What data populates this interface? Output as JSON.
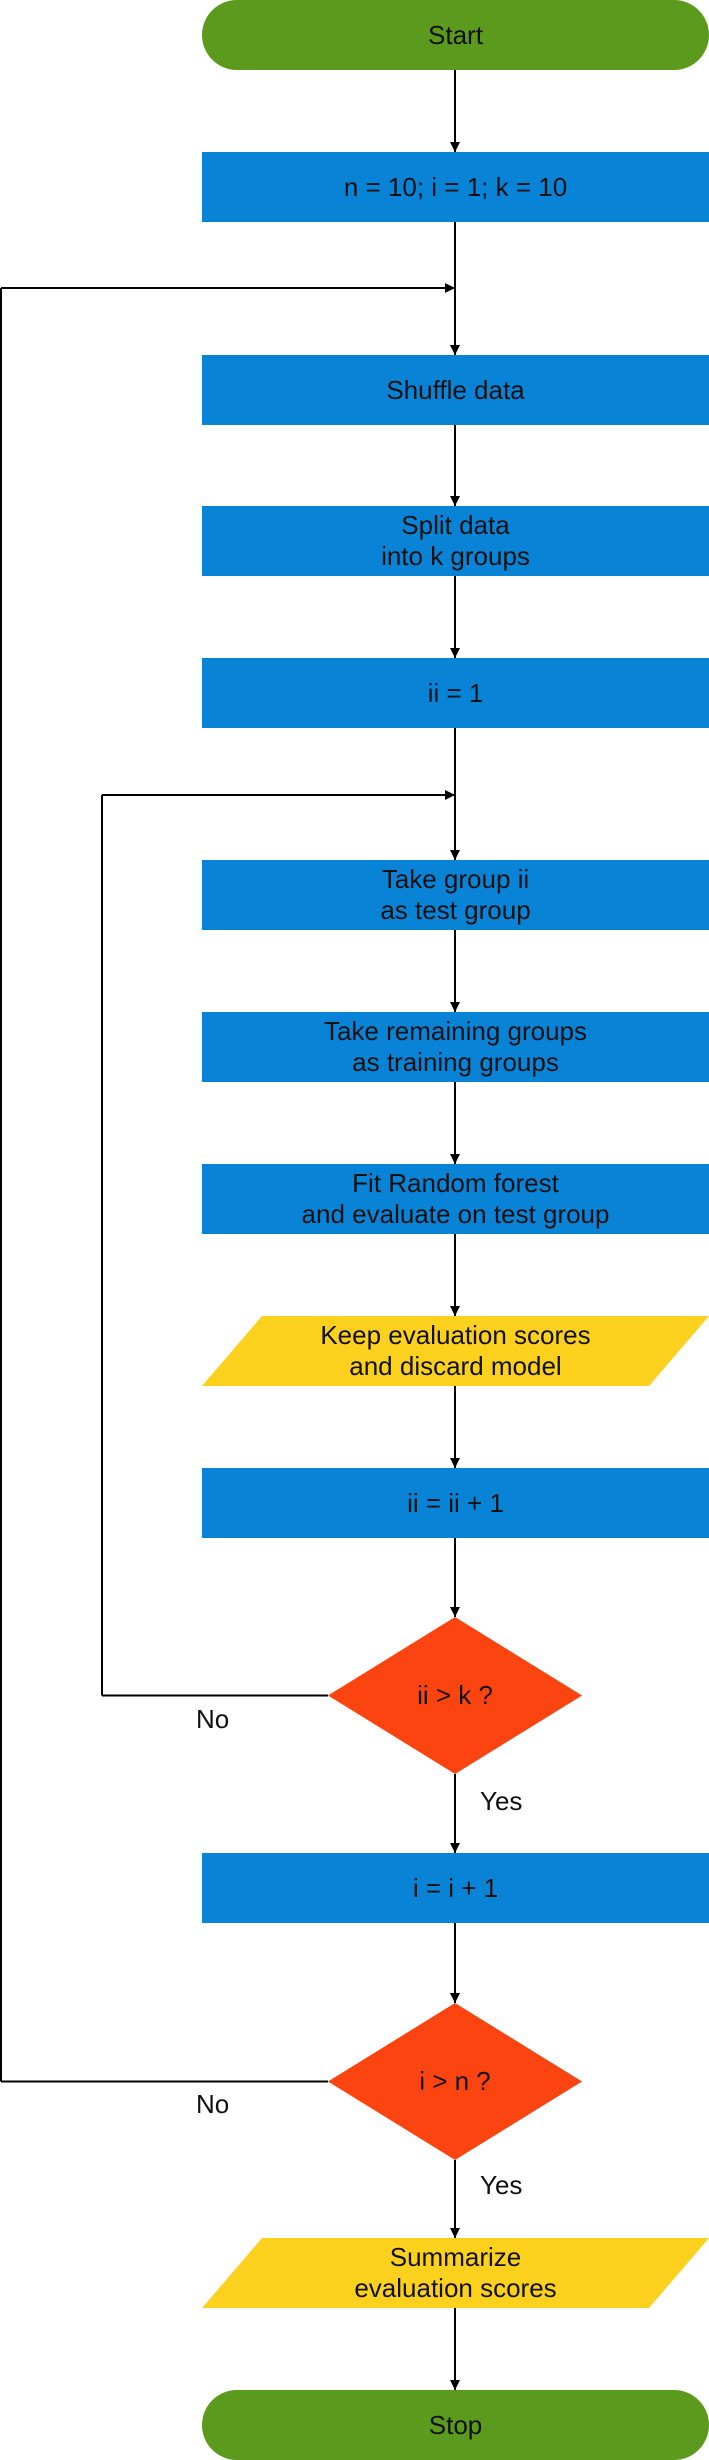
{
  "colors": {
    "terminal": "#5b9a1c",
    "process": "#0883d6",
    "io": "#fcd11d",
    "decision": "#fc4410",
    "line": "#000000",
    "text": "#111111"
  },
  "nodes": {
    "start": {
      "shape": "terminal",
      "text": "Start"
    },
    "init": {
      "shape": "process",
      "text": "n = 10; i = 1; k = 10"
    },
    "shuffle": {
      "shape": "process",
      "text": "Shuffle data"
    },
    "split": {
      "shape": "process",
      "text": "Split data\ninto k groups"
    },
    "ii_init": {
      "shape": "process",
      "text": "ii = 1"
    },
    "take_test": {
      "shape": "process",
      "text": "Take group ii\nas test group"
    },
    "take_train": {
      "shape": "process",
      "text": "Take remaining groups\nas training groups"
    },
    "fit": {
      "shape": "process",
      "text": "Fit Random forest\nand evaluate on test group"
    },
    "keep": {
      "shape": "io",
      "text": "Keep evaluation scores\nand discard model"
    },
    "ii_inc": {
      "shape": "process",
      "text": "ii = ii + 1"
    },
    "dec_inner": {
      "shape": "decision",
      "text": "ii > k ?"
    },
    "i_inc": {
      "shape": "process",
      "text": "i = i + 1"
    },
    "dec_outer": {
      "shape": "decision",
      "text": "i > n ?"
    },
    "summarize": {
      "shape": "io",
      "text": "Summarize\nevaluation scores"
    },
    "stop": {
      "shape": "terminal",
      "text": "Stop"
    }
  },
  "edge_labels": {
    "inner_no": "No",
    "inner_yes": "Yes",
    "outer_no": "No",
    "outer_yes": "Yes"
  }
}
